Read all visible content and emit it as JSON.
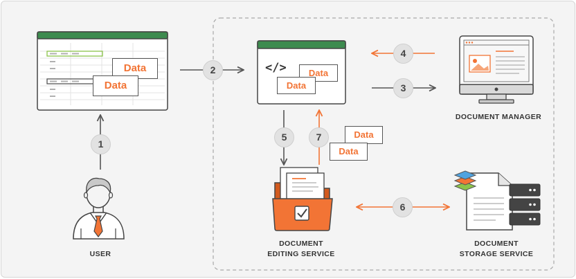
{
  "labels": {
    "user": "USER",
    "document_manager": "DOCUMENT MANAGER",
    "editing_service_line1": "DOCUMENT",
    "editing_service_line2": "EDITING SERVICE",
    "storage_service_line1": "DOCUMENT",
    "storage_service_line2": "STORAGE SERVICE"
  },
  "steps": [
    "1",
    "2",
    "3",
    "4",
    "5",
    "6",
    "7"
  ],
  "data_tag": "Data",
  "code_symbol": "</>",
  "colors": {
    "accent_orange": "#f27435",
    "brand_green": "#3d8b4f",
    "arrow_gray": "#555555",
    "step_circle": "#e2e2e2"
  }
}
